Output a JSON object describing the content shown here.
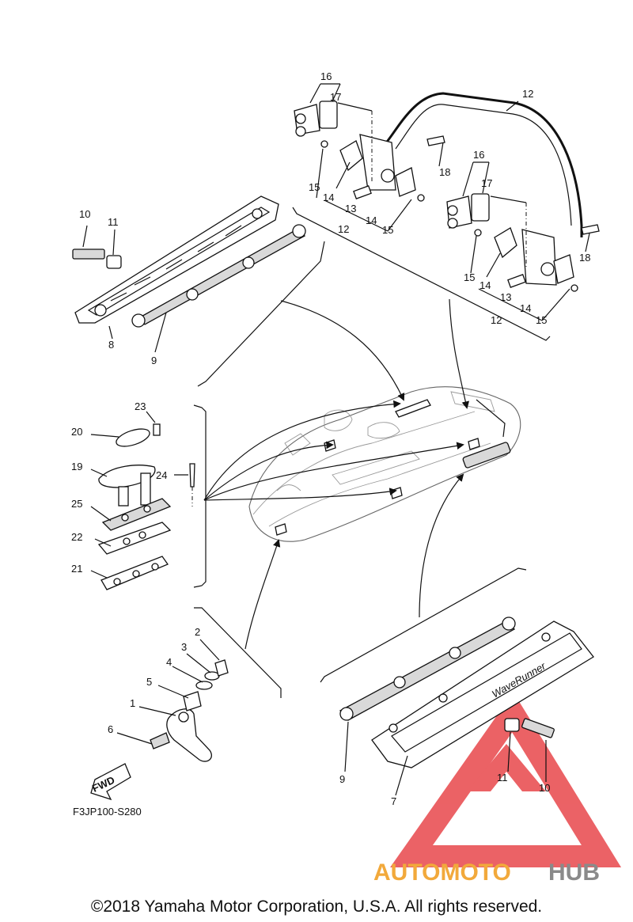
{
  "diagram_code": "F3JP100-S280",
  "fwd_label": "FWD",
  "copyright": "©2018 Yamaha Motor Corporation, U.S.A. All rights reserved.",
  "watermark": {
    "part1": "AUTOMOTO",
    "part2": "HUB"
  },
  "brand_text": "WaveRunner",
  "colors": {
    "watermark_red": "#e8474b",
    "watermark_orange": "#f2a93b",
    "watermark_grey": "#8a8a8a"
  },
  "callouts": {
    "c1": "1",
    "c2": "2",
    "c3": "3",
    "c4": "4",
    "c5": "5",
    "c6": "6",
    "c7": "7",
    "c8": "8",
    "c9a": "9",
    "c9b": "9",
    "c10a": "10",
    "c10b": "10",
    "c11a": "11",
    "c11b": "11",
    "c12a": "12",
    "c12b": "12",
    "c12c": "12",
    "c13a": "13",
    "c13b": "13",
    "c14a": "14",
    "c14b": "14",
    "c14c": "14",
    "c14d": "14",
    "c15a": "15",
    "c15b": "15",
    "c15c": "15",
    "c15d": "15",
    "c16a": "16",
    "c16b": "16",
    "c17a": "17",
    "c17b": "17",
    "c18a": "18",
    "c18b": "18",
    "c19": "19",
    "c20": "20",
    "c21": "21",
    "c22": "22",
    "c23": "23",
    "c24": "24",
    "c25": "25"
  }
}
